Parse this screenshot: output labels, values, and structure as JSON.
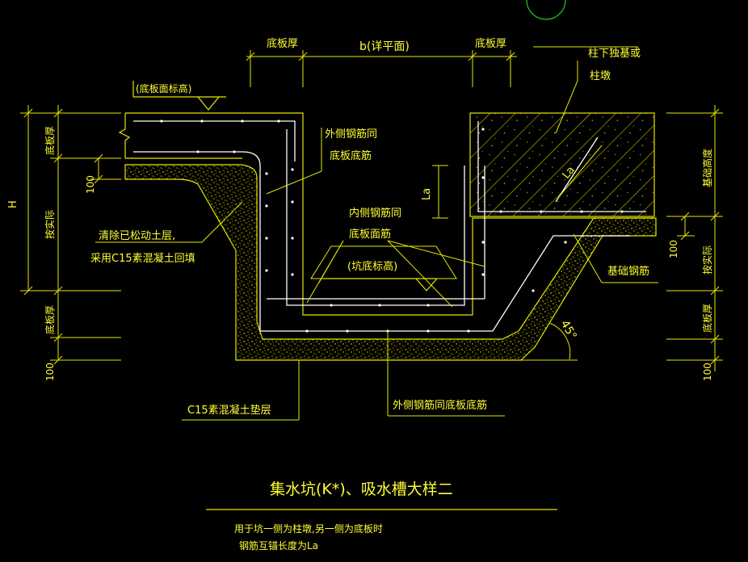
{
  "colors": {
    "background": "#000000",
    "line": "#e6e600",
    "text": "#ffff33",
    "rebar": "#ffffff",
    "circle": "#22cc22"
  },
  "dimensions_top": {
    "left_thickness": "底板厚",
    "width": "b(详平面)",
    "right_thickness": "底板厚"
  },
  "left_labels": {
    "slab_top_elevation": "(底板面标高)",
    "H": "H",
    "slab_thickness_top": "底板厚",
    "depth_100": "100",
    "per_design": "按实际",
    "slab_thickness_bottom": "底板厚",
    "bottom_100": "100"
  },
  "right_labels": {
    "column_footing_1": "柱下独基或",
    "column_footing_2": "柱墩",
    "foundation_height": "基础高度",
    "depth_100": "100",
    "per_design": "按实际",
    "slab_thickness": "底板厚",
    "bottom_100": "100",
    "foundation_rebar": "基础钢筋",
    "angle": "45°",
    "la_inner": "La"
  },
  "notes": {
    "outer_rebar_1": "外侧钢筋同",
    "outer_rebar_2": "底板底筋",
    "inner_rebar_1": "内侧钢筋同",
    "inner_rebar_2": "底板面筋",
    "pit_bottom_elevation": "(坑底标高)",
    "la_left": "La",
    "backfill_1": "清除已松动土层,",
    "backfill_2": "采用C15素混凝土回填",
    "cushion": "C15素混凝土垫层",
    "outer_rebar_bottom": "外侧钢筋同底板底筋"
  },
  "title": "集水坑(K*)、吸水槽大样二",
  "footnote": {
    "line1": "用于坑一侧为柱墩,另一侧为底板时",
    "line2": "钢筋互锚长度为La"
  }
}
